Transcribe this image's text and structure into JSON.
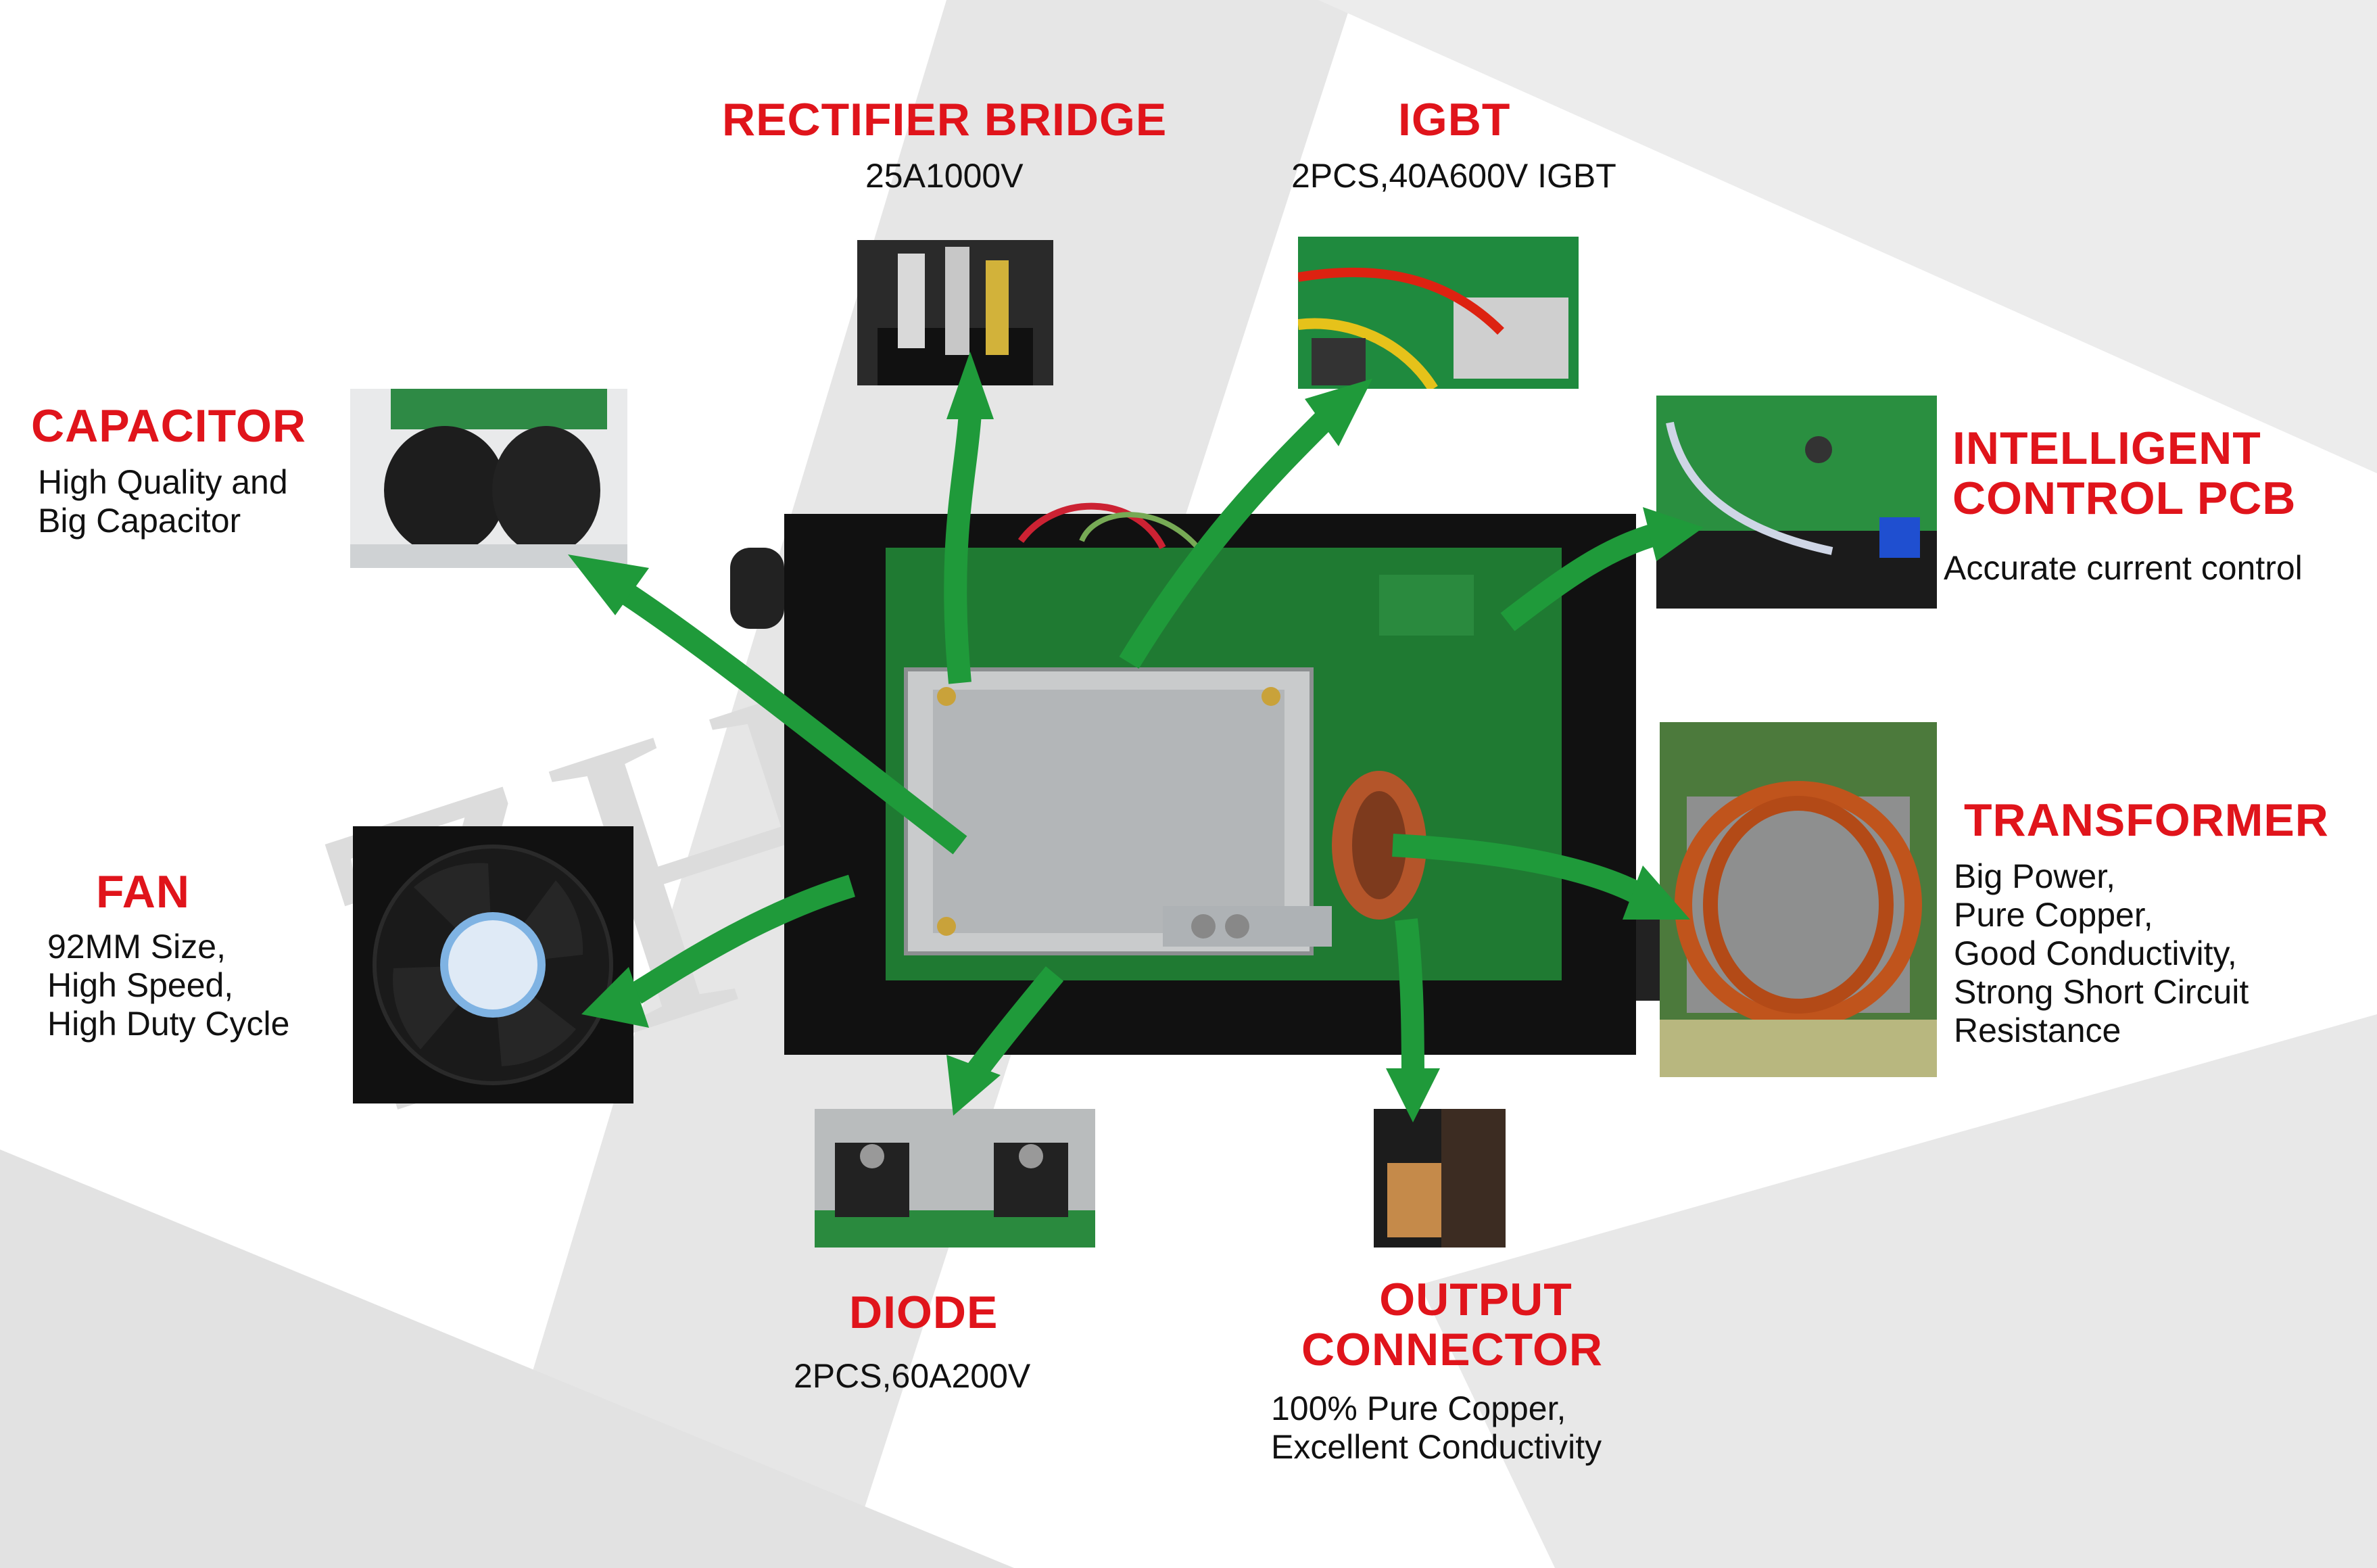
{
  "colors": {
    "title": "#e0141b",
    "text": "#111111",
    "arrow": "#1f9a3a",
    "watermark": "#dcdcdc"
  },
  "labels": {
    "rectifier": {
      "title": "RECTIFIER BRIDGE",
      "desc": [
        "25A1000V"
      ]
    },
    "igbt": {
      "title": "IGBT",
      "desc": [
        "2PCS,40A600V IGBT"
      ]
    },
    "capacitor": {
      "title": "CAPACITOR",
      "desc": [
        "High Quality and",
        "Big Capacitor"
      ]
    },
    "pcb": {
      "title": [
        "INTELLIGENT",
        "CONTROL PCB"
      ],
      "desc": [
        "Accurate current control"
      ]
    },
    "fan": {
      "title": "FAN",
      "desc": [
        "92MM Size,",
        "High Speed,",
        "High Duty Cycle"
      ]
    },
    "transformer": {
      "title": "TRANSFORMER",
      "desc": [
        "Big Power,",
        "Pure Copper,",
        "Good Conductivity,",
        "Strong Short Circuit",
        "Resistance"
      ]
    },
    "diode": {
      "title": "DIODE",
      "desc": [
        "2PCS,60A200V"
      ]
    },
    "output": {
      "title": [
        "OUTPUT",
        "CONNECTOR"
      ],
      "desc": [
        "100% Pure Copper,",
        "Excellent Conductivity"
      ]
    }
  },
  "icons": {
    "arrows": "green-curved-arrow-icon",
    "main": "welder-internal-view",
    "fan_photo": "cooling-fan-icon",
    "watermark": "zhe-watermark"
  }
}
